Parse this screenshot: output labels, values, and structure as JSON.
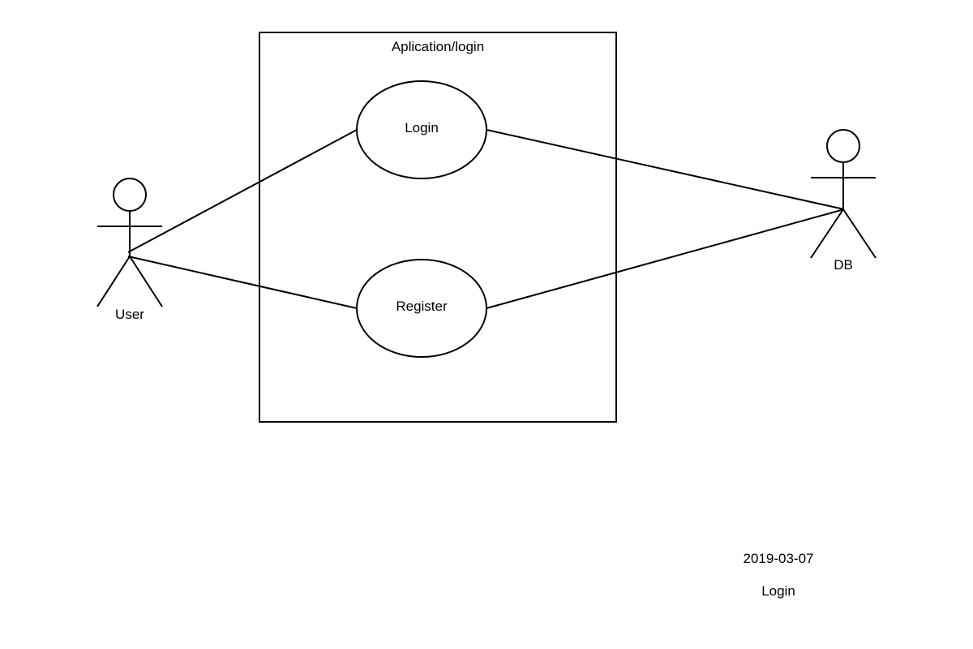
{
  "diagram": {
    "system_boundary": {
      "title": "Aplication/login"
    },
    "use_cases": [
      {
        "label": "Login"
      },
      {
        "label": "Register"
      }
    ],
    "actors": [
      {
        "label": "User"
      },
      {
        "label": "DB"
      }
    ]
  },
  "footer": {
    "date": "2019-03-07",
    "name": "Login"
  }
}
